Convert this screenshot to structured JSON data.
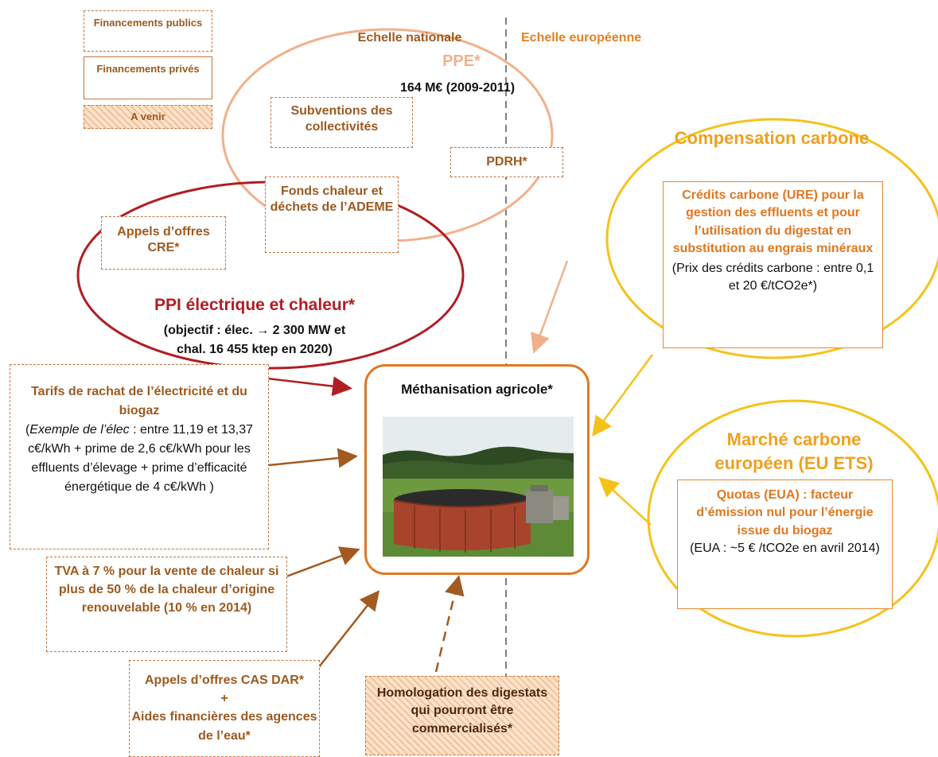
{
  "legend": {
    "public": "Financements publics",
    "private": "Financements privés",
    "future": "A venir"
  },
  "scales": {
    "national": "Echelle nationale",
    "european": "Echelle européenne"
  },
  "ppe": {
    "title": "PPE*",
    "amount": "164 M€ (2009-2011)",
    "subventions": "Subventions des collectivités",
    "pdrh": "PDRH*",
    "fonds": "Fonds chaleur et déchets de l’ADEME"
  },
  "ppi": {
    "appels": "Appels d’offres CRE*",
    "title": "PPI électrique et chaleur*",
    "objective_line1": "(objectif  : élec. → 2 300 MW et",
    "objective_line2": "chal. 16 455 ktep en 2020)"
  },
  "compensation": {
    "title": "Compensation carbone",
    "credits": "Crédits carbone (URE) pour la gestion des effluents et pour l’utilisation du digestat en substitution au engrais minéraux",
    "price": "(Prix des crédits carbone : entre 0,1 et 20 €/tCO2e*)"
  },
  "eu_ets": {
    "title": "Marché carbone européen (EU ETS)",
    "quotas": "Quotas (EUA) : facteur d’émission nul pour l’énergie issue du biogaz",
    "price": "(EUA : ~5 € /tCO2e en avril 2014)"
  },
  "center": {
    "title": "Méthanisation agricole*"
  },
  "tarifs": {
    "title": "Tarifs de rachat de l’électricité et du biogaz",
    "example_label": "Exemple de l’élec",
    "example_text": " : entre 11,19 et 13,37 c€/kWh + prime de 2,6 c€/kWh  pour les effluents d’élevage + prime d’efficacité énergétique de 4 c€/kWh )"
  },
  "tva": "TVA à 7 % pour la vente de chaleur si plus de 50 % de la chaleur d’origine renouvelable (10 % en 2014)",
  "casdar": {
    "line1": "Appels d’offres CAS DAR*",
    "plus": "+",
    "line2": "Aides financières des agences de l’eau*"
  },
  "homologation": "Homologation des digestats qui pourront être commercialisés*",
  "colors": {
    "brown": "#9c5a1f",
    "orange": "#e87f1f",
    "ppe_ellipse": "#f2b08a",
    "ppi_ellipse": "#b01e23",
    "yellow": "#f5c21b",
    "center_border": "#e07820"
  }
}
